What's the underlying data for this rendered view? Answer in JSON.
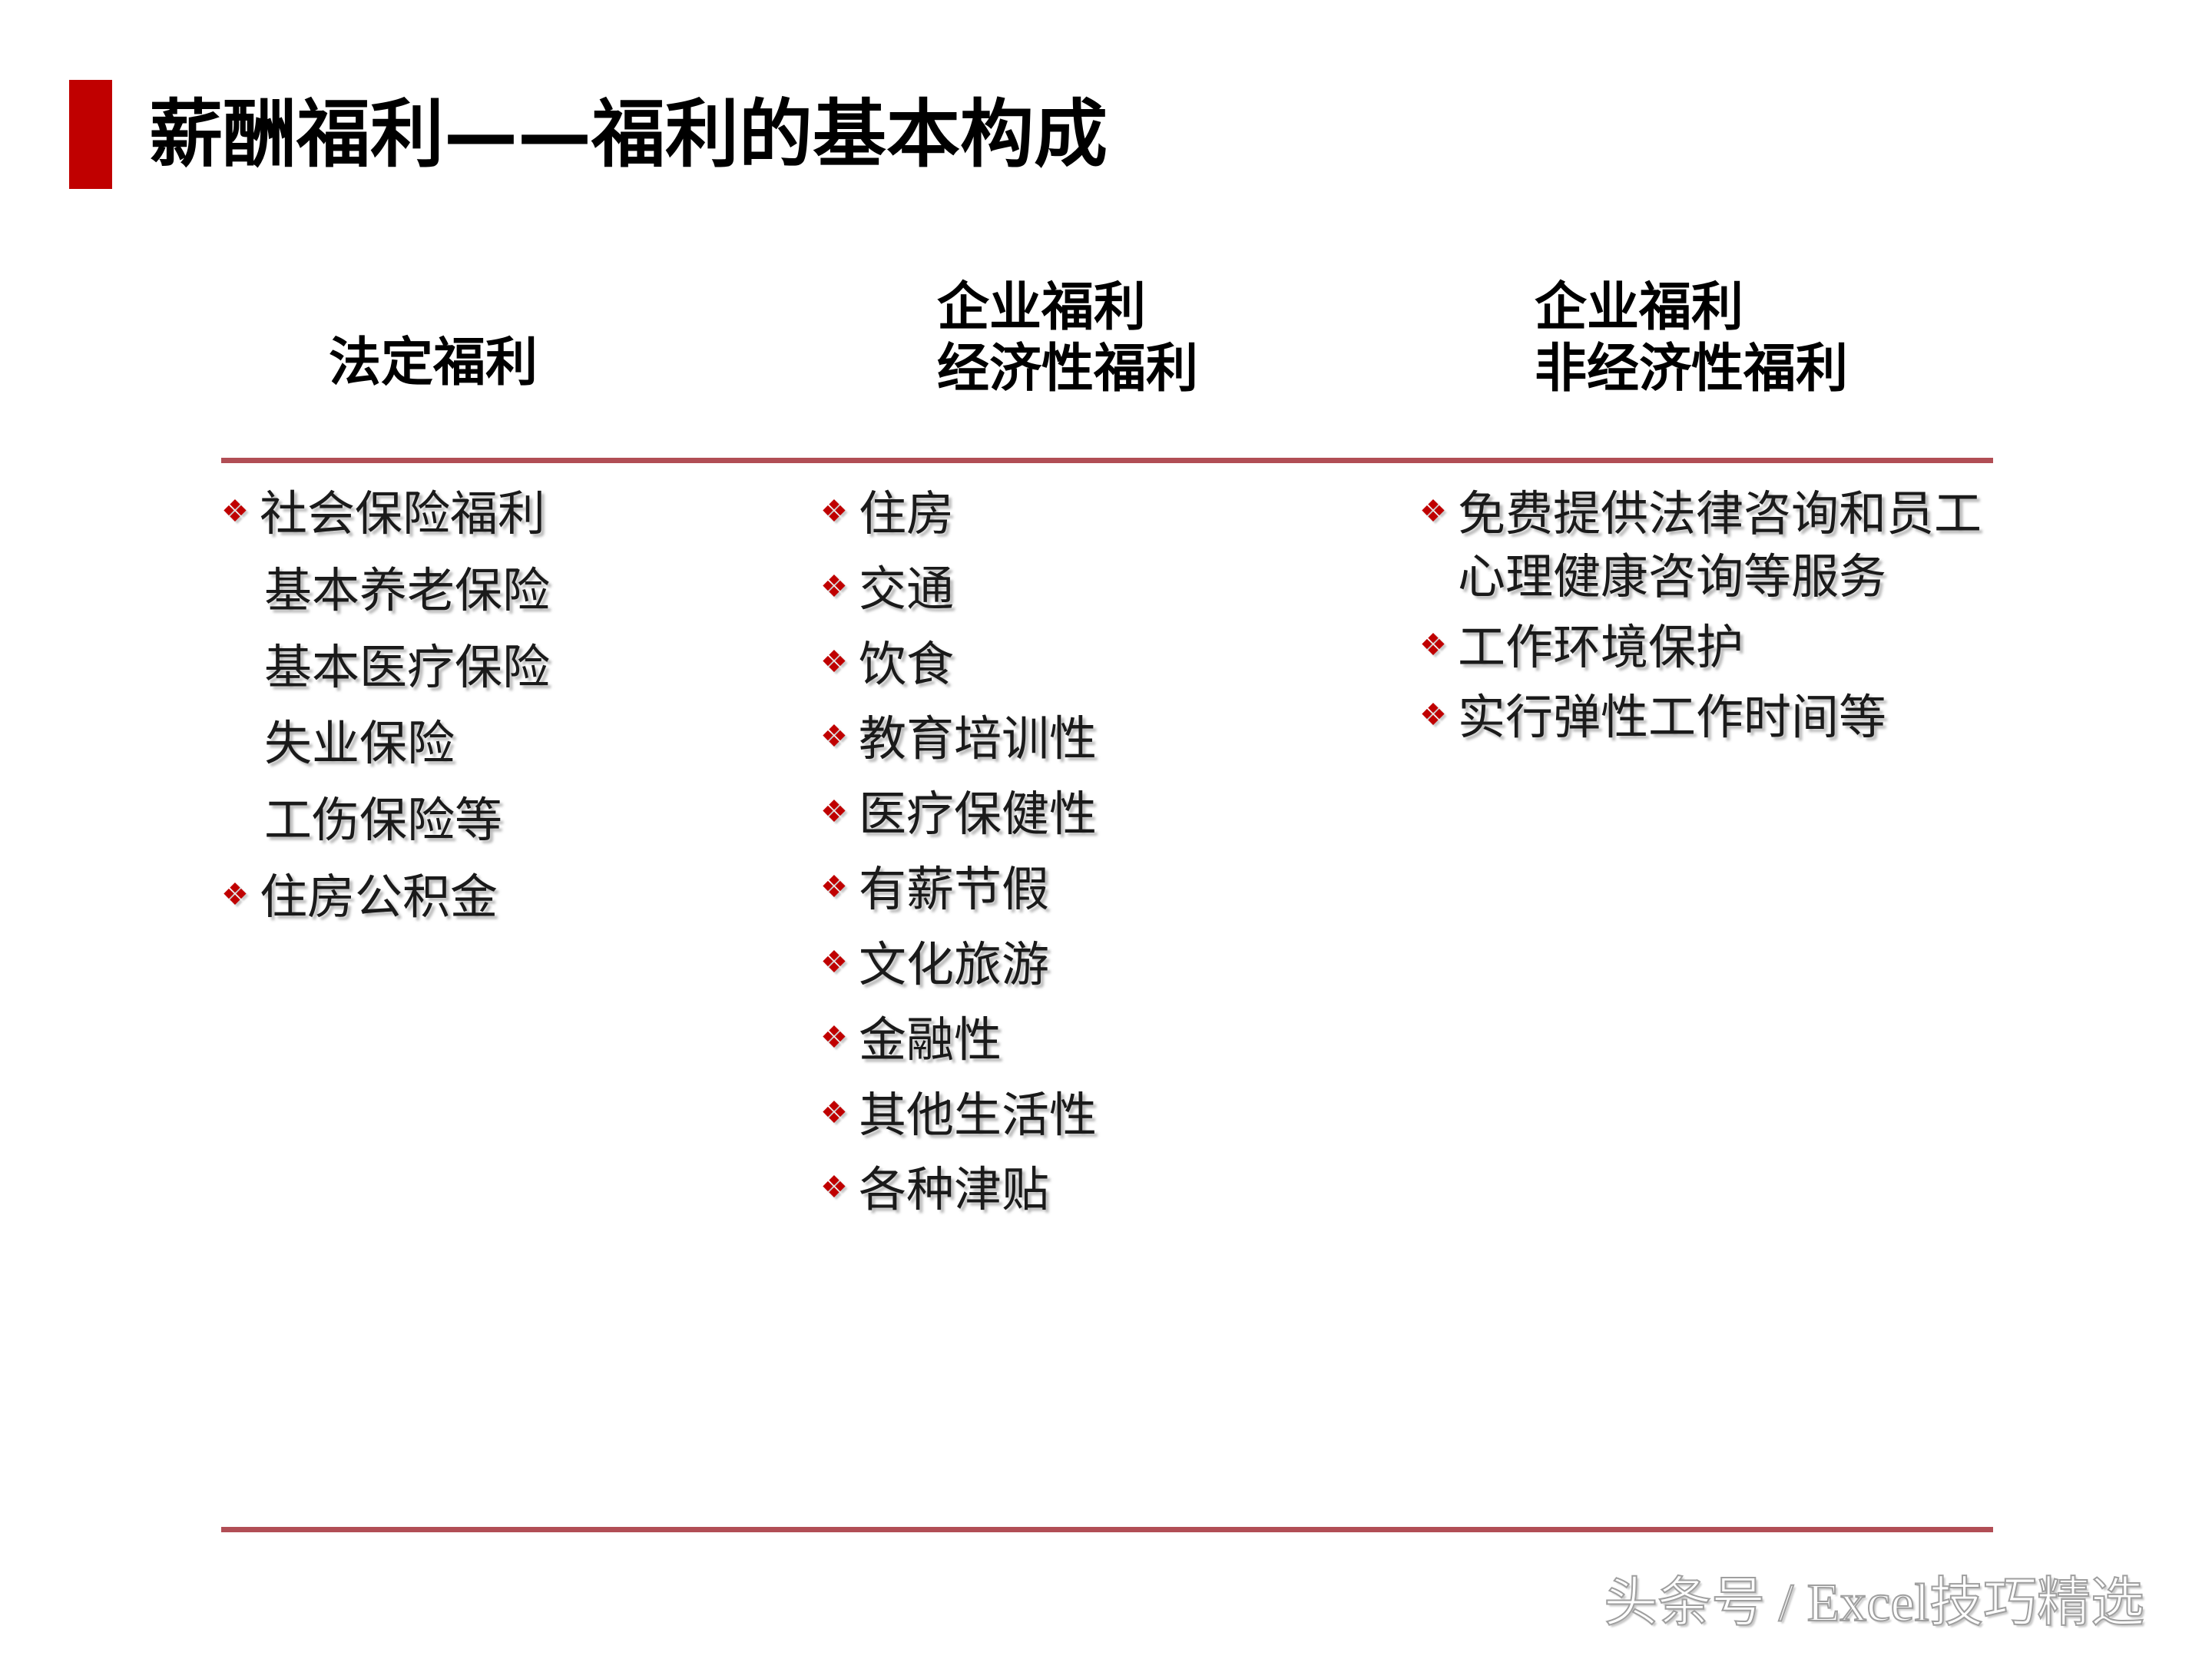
{
  "slide": {
    "title": "薪酬福利——福利的基本构成",
    "accent_color": "#c00000",
    "rule_color": "#b14e55",
    "bullet_glyph": "❖",
    "background_color": "#ffffff"
  },
  "columns": [
    {
      "id": "statutory-benefits",
      "header_lines": [
        "法定福利"
      ],
      "items": [
        {
          "bullet": true,
          "text": "社会保险福利"
        },
        {
          "bullet": false,
          "text": "基本养老保险"
        },
        {
          "bullet": false,
          "text": "基本医疗保险"
        },
        {
          "bullet": false,
          "text": "失业保险"
        },
        {
          "bullet": false,
          "text": "工伤保险等"
        },
        {
          "bullet": true,
          "text": "住房公积金"
        }
      ]
    },
    {
      "id": "economic-corporate-benefits",
      "header_lines": [
        "企业福利",
        "经济性福利"
      ],
      "items": [
        {
          "bullet": true,
          "text": "住房"
        },
        {
          "bullet": true,
          "text": "交通"
        },
        {
          "bullet": true,
          "text": "饮食"
        },
        {
          "bullet": true,
          "text": "教育培训性"
        },
        {
          "bullet": true,
          "text": "医疗保健性"
        },
        {
          "bullet": true,
          "text": "有薪节假"
        },
        {
          "bullet": true,
          "text": "文化旅游"
        },
        {
          "bullet": true,
          "text": "金融性"
        },
        {
          "bullet": true,
          "text": "其他生活性"
        },
        {
          "bullet": true,
          "text": "各种津贴"
        }
      ]
    },
    {
      "id": "non-economic-corporate-benefits",
      "header_lines": [
        "企业福利",
        "非经济性福利"
      ],
      "items": [
        {
          "bullet": true,
          "text": "免费提供法律咨询和员工心理健康咨询等服务"
        },
        {
          "bullet": true,
          "text": "工作环境保护"
        },
        {
          "bullet": true,
          "text": "实行弹性工作时间等"
        }
      ]
    }
  ],
  "watermark": {
    "text": "头条号 / Excel技巧精选"
  }
}
